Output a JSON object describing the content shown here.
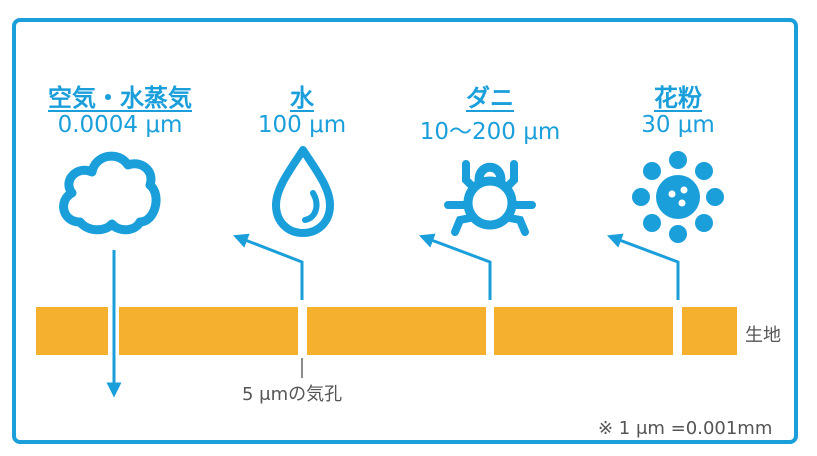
{
  "items": [
    {
      "name": "空気・水蒸気",
      "size": "0.0004 μm",
      "icon": "cloud-icon"
    },
    {
      "name": "水",
      "size": "100 μm",
      "icon": "water-drop-icon"
    },
    {
      "name": "ダニ",
      "size": "10〜200 μm",
      "icon": "mite-icon"
    },
    {
      "name": "花粉",
      "size": "30 μm",
      "icon": "pollen-icon"
    }
  ],
  "fabric_label": "生地",
  "pore_label": "5 μmの気孔",
  "note": "※ 1 μm =0.001mm",
  "colors": {
    "blue": "#1a9fdb",
    "orange": "#f5b02e"
  }
}
